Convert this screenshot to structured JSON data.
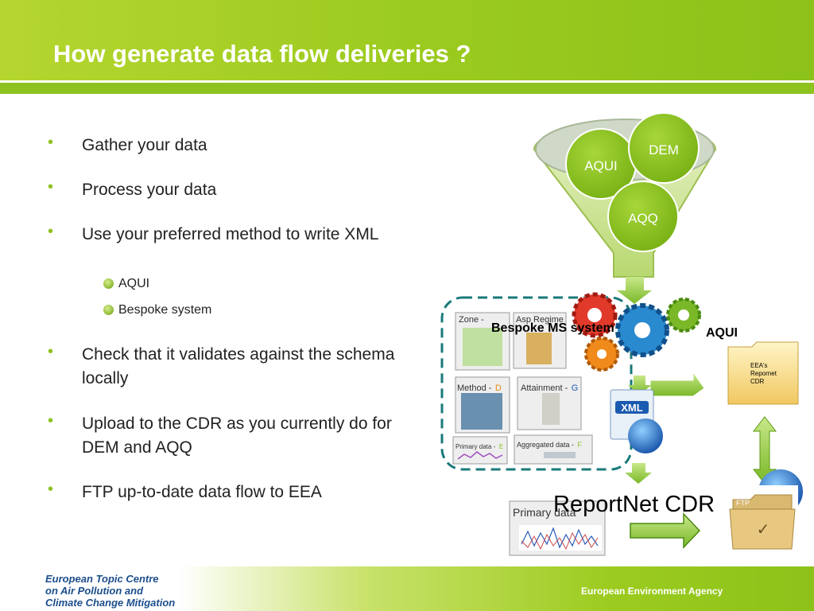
{
  "slide": {
    "title": "How generate data flow deliveries ?"
  },
  "bullets": [
    {
      "text": "Gather your data"
    },
    {
      "text": "Process your data"
    },
    {
      "text": "Use your preferred method to write XML"
    },
    {
      "text": "Check that it validates against the schema locally"
    },
    {
      "text": "Upload to the CDR as you currently do for DEM and AQQ"
    },
    {
      "text": "FTP up-to-date data flow to EEA"
    }
  ],
  "sub_bullets": [
    "AQUI",
    "Bespoke system"
  ],
  "funnel": {
    "circles": [
      "AQUI",
      "DEM",
      "AQQ"
    ]
  },
  "diagram": {
    "bespoke_label": "Bespoke MS system",
    "aqui_label": "AQUI",
    "cards": {
      "zone": "Zone -",
      "asp": "Asp Regime",
      "method": "Method -",
      "method_letter": "D",
      "attainment": "Attainment -",
      "attainment_letter": "G",
      "primary": "Primary data -",
      "primary_letter": "E",
      "aggregated": "Aggregated data -",
      "aggregated_letter": "F"
    },
    "folder_label": "EEA's Repornet CDR",
    "xml_label": "XML",
    "primary_data_label": "Primary data",
    "reportnet_label": "ReportNet CDR",
    "ftp_label": "FTP"
  },
  "footer": {
    "etc_line1": "European Topic Centre",
    "etc_line2": "on Air Pollution and",
    "etc_line3": "Climate Change Mitigation",
    "agency": "European Environment Agency"
  },
  "colors": {
    "header_green": "#9ccb1f",
    "circle_green": "#8dc21f",
    "funnel_green": "#d4e8a0"
  }
}
